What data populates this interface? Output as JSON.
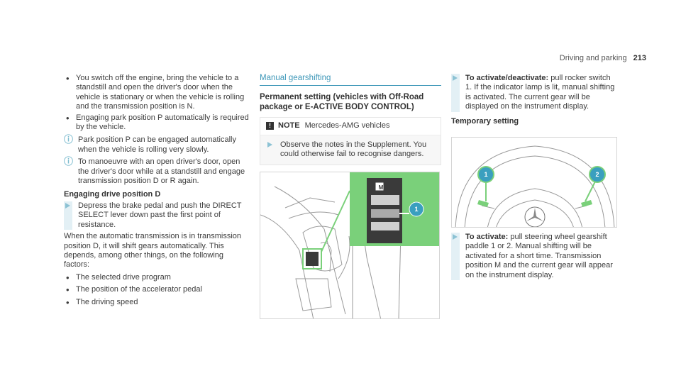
{
  "header": {
    "section": "Driving and parking",
    "page": "213"
  },
  "left": {
    "bullets_top": [
      "You switch off the engine, bring the vehicle to a standstill and open the driver's door when the vehicle is stationary or when the vehicle is rolling and the transmission position is N.",
      "Engaging park position P automatically is required by the vehicle."
    ],
    "notes": [
      "Park position P can be engaged automatically when the vehicle is rolling very slowly.",
      "To manoeuvre with an open driver's door, open the driver's door while at a standstill and engage transmission position D or R again."
    ],
    "engaging_title": "Engaging drive position D",
    "engaging_step": "Depress the brake pedal and push the DIRECT SELECT lever down past the first point of resistance.",
    "para": "When the automatic transmission is in transmission position D, it will shift gears automatically. This depends, among other things, on the following factors:",
    "factors": [
      "The selected drive program",
      "The position of the accelerator pedal",
      "The driving speed"
    ]
  },
  "middle": {
    "section_title": "Manual gearshifting",
    "subtitle": "Permanent setting (vehicles with Off-Road package or E-ACTIVE BODY CONTROL)",
    "note_label": "NOTE",
    "note_text": "Mercedes-AMG vehicles",
    "note_step": "Observe the notes in the Supplement. You could otherwise fail to recognise dangers.",
    "callout_1": "1",
    "switch_label": "M"
  },
  "right": {
    "activate_label": "To activate/deactivate:",
    "activate_text": "pull rocker switch 1. If the indicator lamp is lit, manual shifting is activated. The current gear will be displayed on the instrument display.",
    "temporary_title": "Temporary setting",
    "callout_1": "1",
    "callout_2": "2",
    "activate2_label": "To activate:",
    "activate2_text": "pull steering wheel gearshift paddle 1 or 2. Manual shifting will be activated for a short time. Transmission position M and the current gear will appear on the instrument display."
  },
  "colors": {
    "accent": "#3a9fbf",
    "note_bar": "#e3f0f5",
    "callout_green": "#7ad07a"
  }
}
